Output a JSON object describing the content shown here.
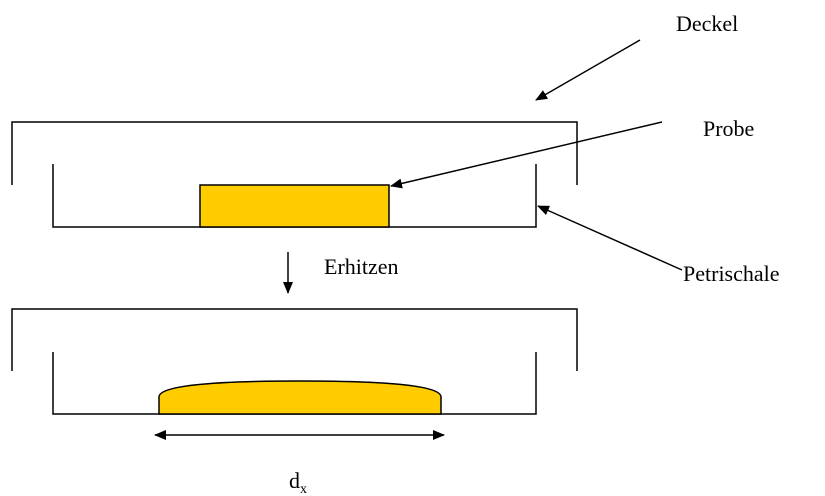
{
  "labels": {
    "lid": "Deckel",
    "sample": "Probe",
    "dish": "Petrischale",
    "heating": "Erhitzen",
    "diameter_main": "d",
    "diameter_sub": "x"
  },
  "colors": {
    "sample_fill": "#FFCC00",
    "line": "#000000",
    "background": "#FFFFFF"
  }
}
